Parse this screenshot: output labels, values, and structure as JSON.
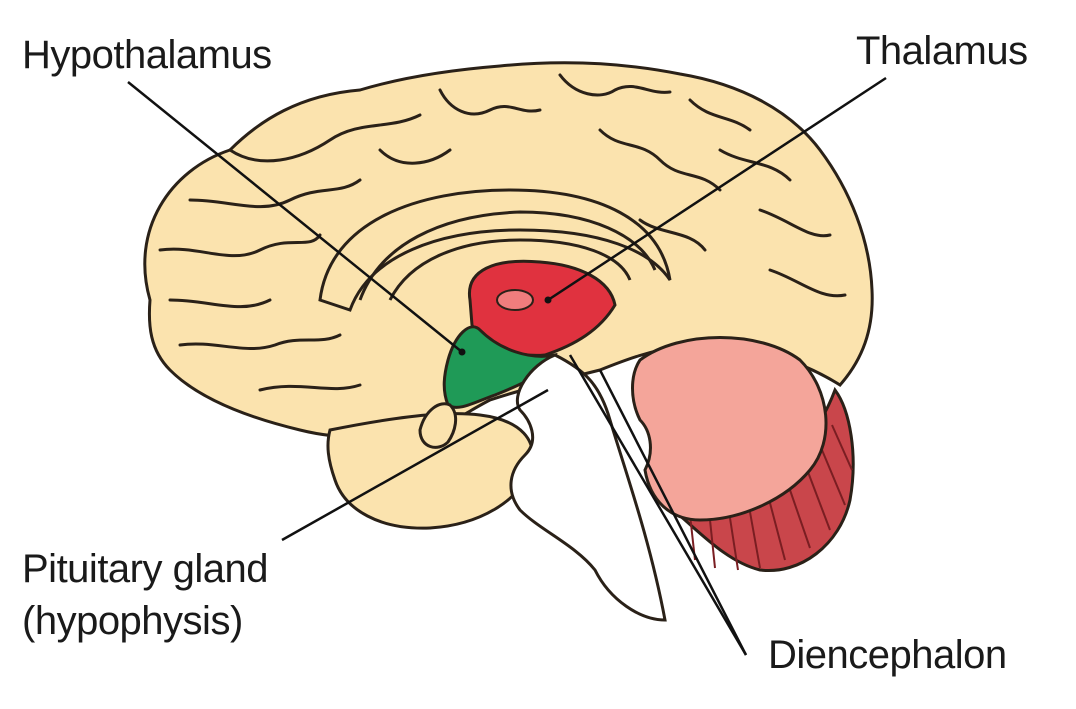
{
  "labels": {
    "hypothalamus": "Hypothalamus",
    "thalamus": "Thalamus",
    "pituitary_line1": "Pituitary gland",
    "pituitary_line2": "(hypophysis)",
    "diencephalon": "Diencephalon"
  },
  "colors": {
    "cerebrum": "#fbe3ae",
    "cerebrum_outline": "#2a2118",
    "thalamus": "#e0323f",
    "hypothalamus": "#1f9a57",
    "cerebellum": "#f4a59a",
    "cerebellum_folia": "#c9464b",
    "brainstem": "#ffffff",
    "leader_lines": "#111111"
  }
}
